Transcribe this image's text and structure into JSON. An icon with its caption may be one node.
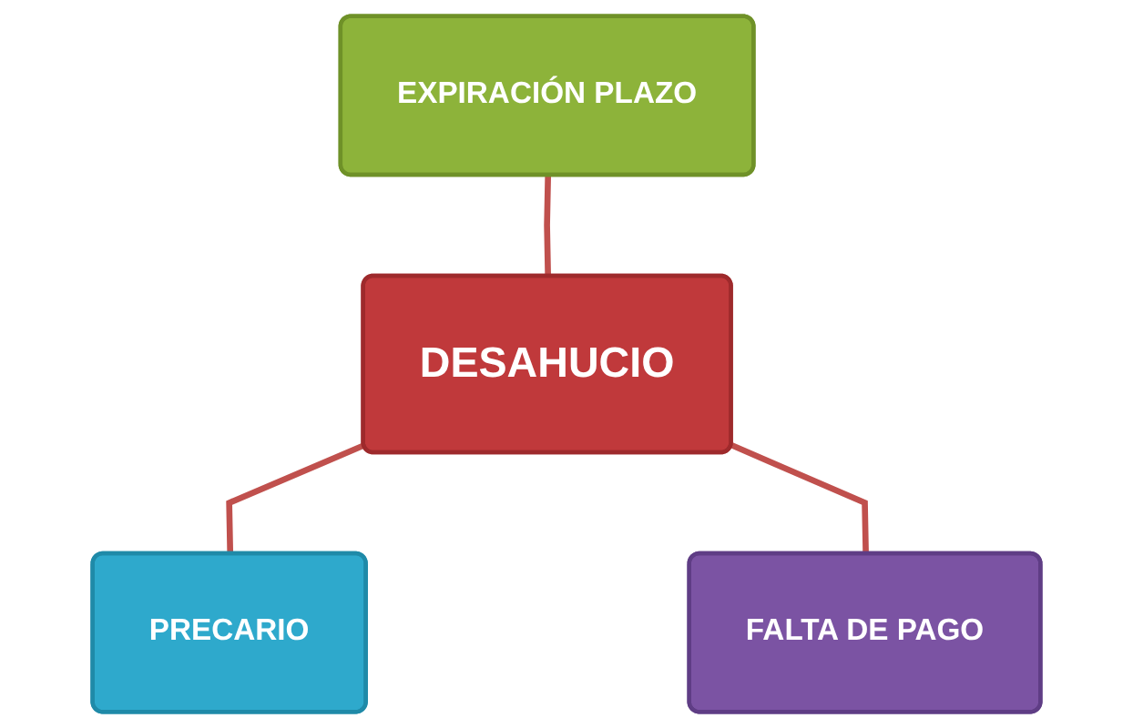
{
  "diagram": {
    "nodes": [
      {
        "text": [
          "EXPIRACIÓN PLAZO"
        ]
      },
      {
        "text": [
          "DESAHUCIO"
        ]
      },
      {
        "text": [
          "PRECARIO"
        ]
      },
      {
        "text": [
          "FALTA DE PAGO"
        ]
      }
    ],
    "edges": [
      {
        "from": 0,
        "to": 1,
        "arrow": "none"
      },
      {
        "from": 1,
        "to": 2,
        "arrow": "none"
      },
      {
        "from": 1,
        "to": 3,
        "arrow": "none"
      }
    ]
  }
}
